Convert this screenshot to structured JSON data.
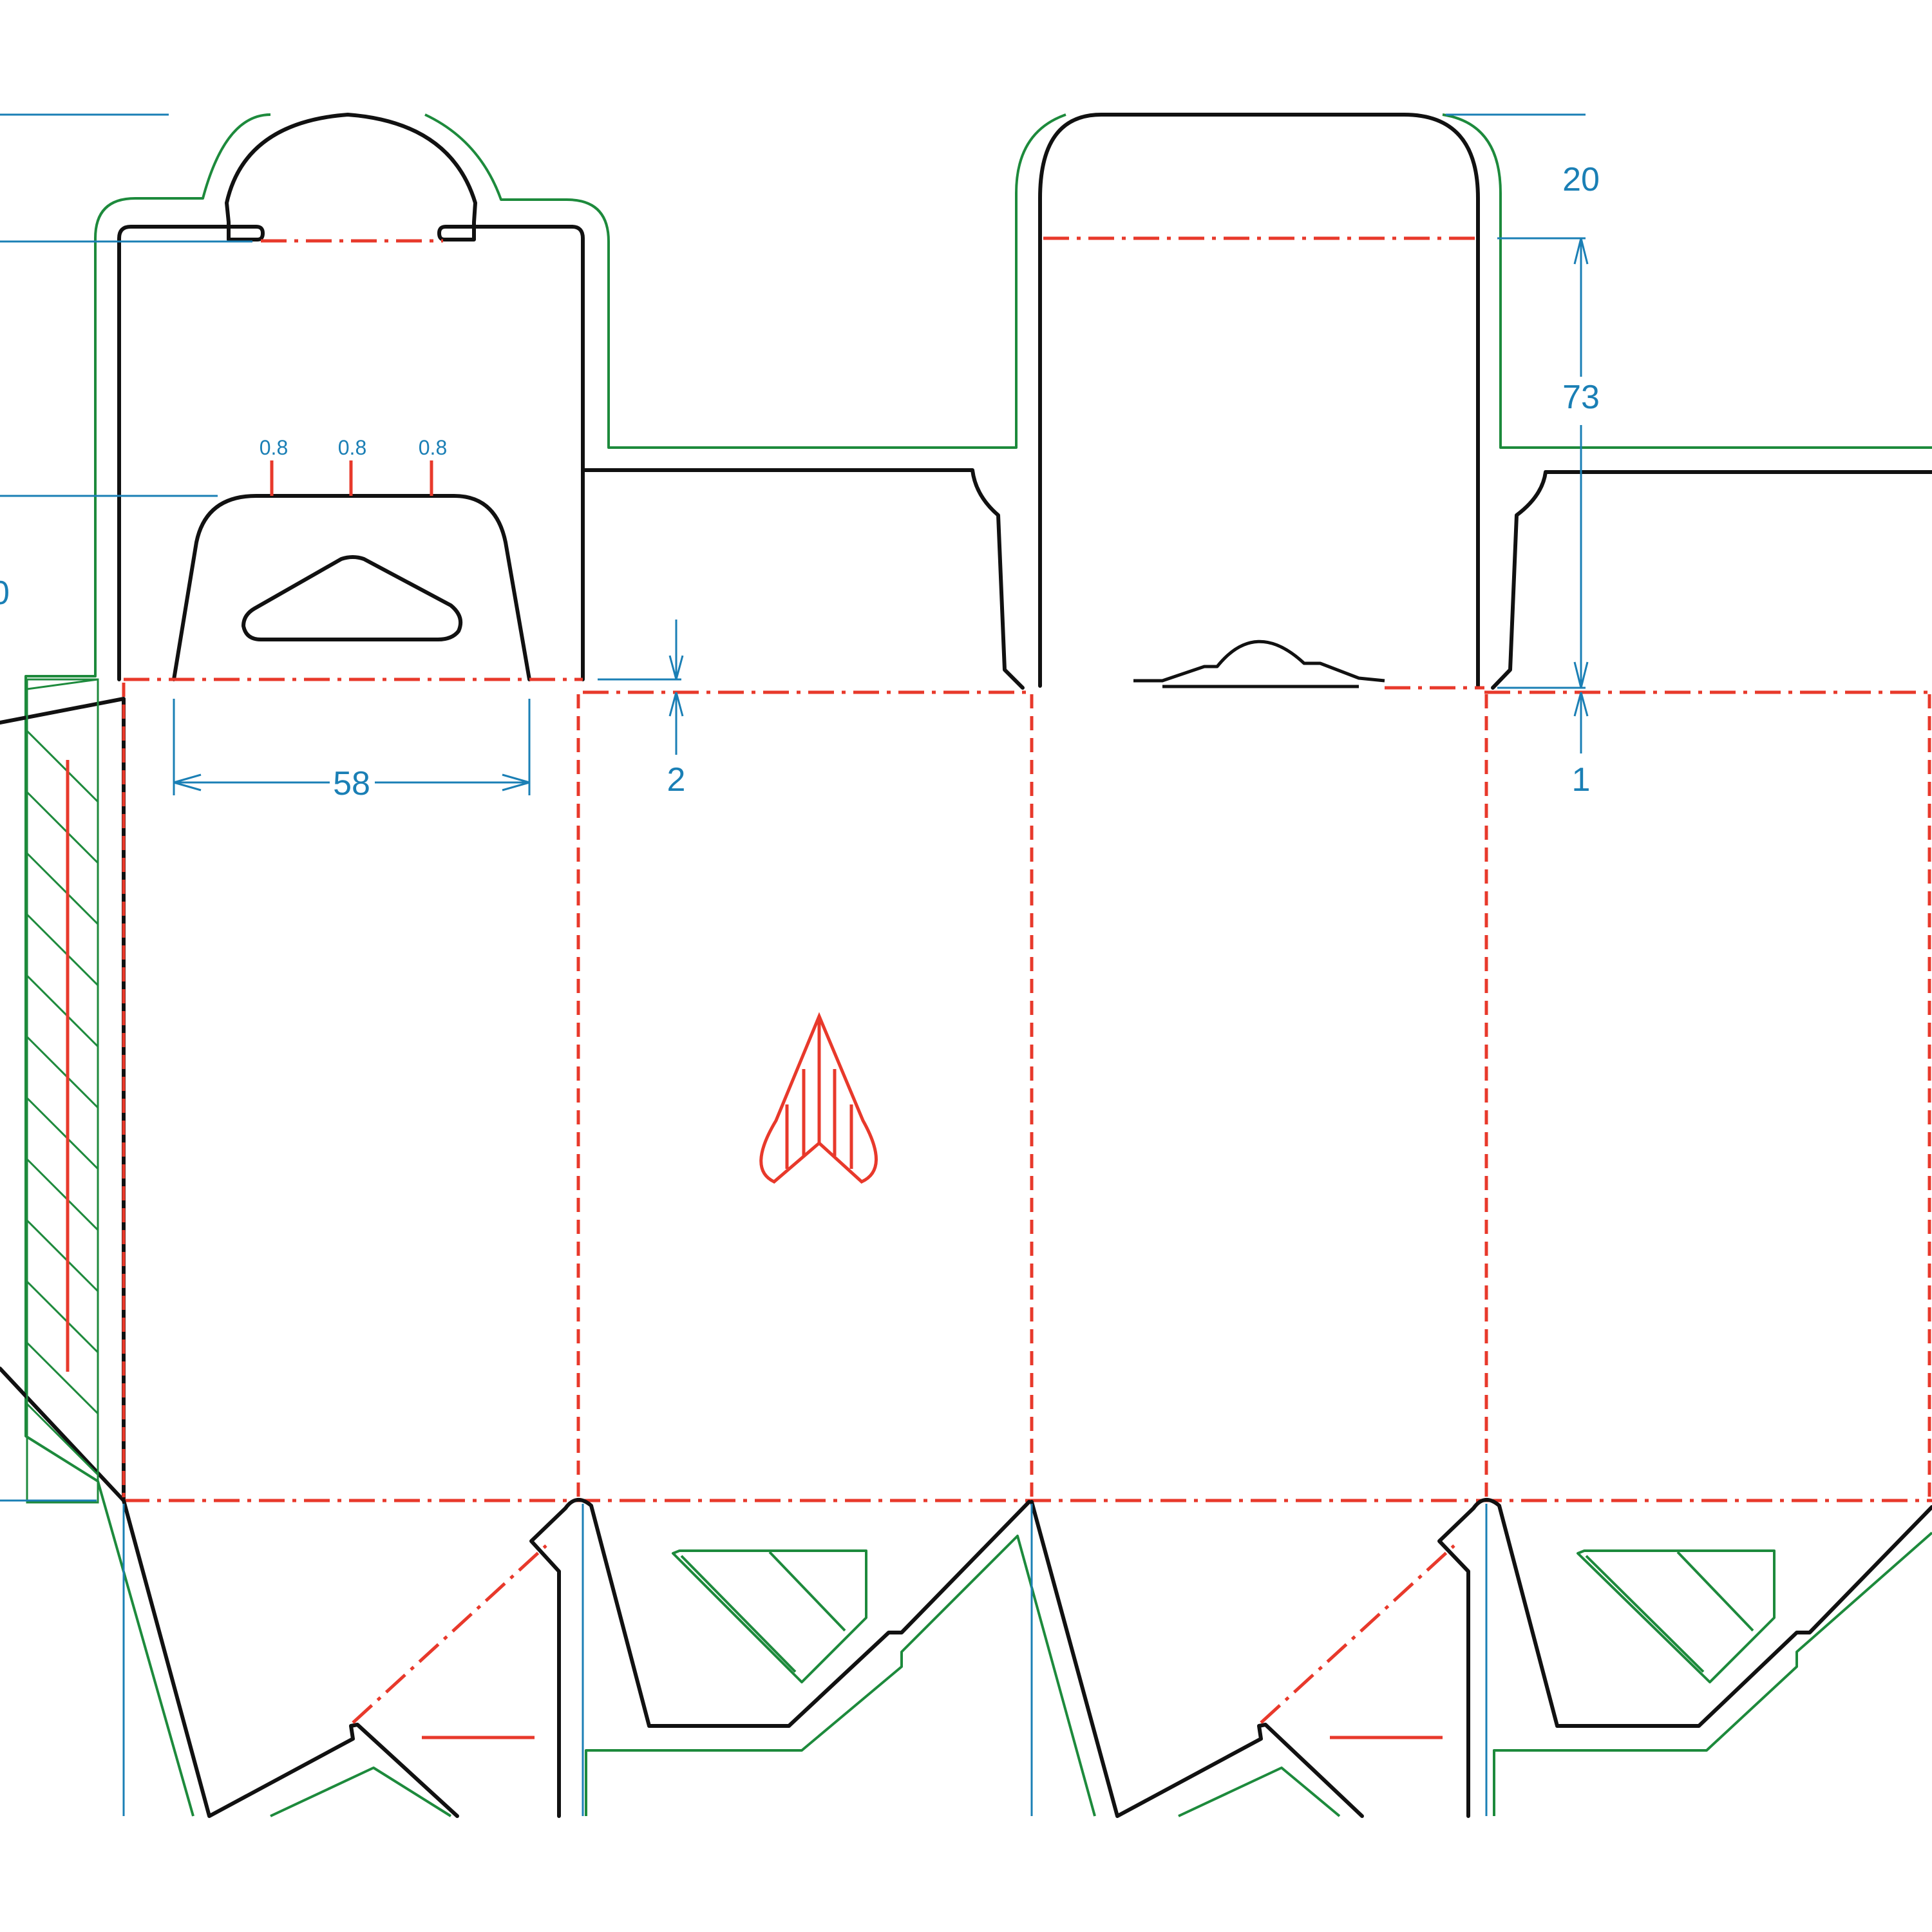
{
  "dimensions": {
    "top_flap_height": "20",
    "dust_flap_height": "73",
    "handle_width": "58",
    "offset_left": "2",
    "offset_right": "1",
    "perf_spacing": [
      "0.8",
      "0.8",
      "0.8"
    ],
    "cropped_left_label": "0"
  },
  "colors": {
    "cut_line": "#111111",
    "crease_line": "#e8392b",
    "bleed_line": "#1d8a3c",
    "dimension_line": "#1a7fb5"
  }
}
